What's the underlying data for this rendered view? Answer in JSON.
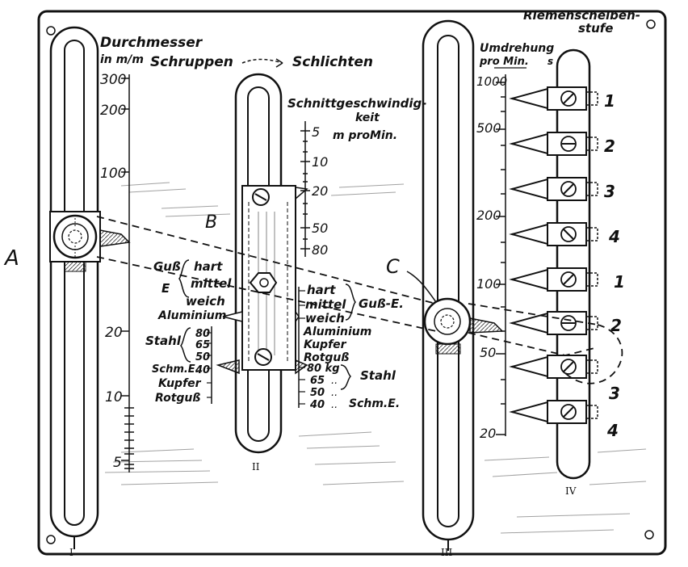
{
  "labels": {
    "A": "A",
    "B": "B",
    "C": "C",
    "roman_I": "I",
    "roman_II": "II",
    "roman_III": "III",
    "roman_IV": "IV"
  },
  "scale_I": {
    "title": "Durchmesser",
    "unit": "in m/m",
    "ticks": [
      "300",
      "200",
      "100",
      "20",
      "10",
      "5"
    ]
  },
  "header": {
    "left": "Schruppen",
    "right": "Schlichten"
  },
  "scale_II": {
    "title": "Schnittgeschwindig-",
    "title2": "keit",
    "unit": "m proMin.",
    "ticks": [
      "5",
      "10",
      "20",
      "50",
      "80"
    ]
  },
  "materials_left": {
    "guss": "Guß",
    "e": "E",
    "hart": "hart",
    "mittel": "mittel",
    "weich": "weich",
    "aluminium": "Aluminium",
    "stahl": "Stahl",
    "stahl_vals": [
      "80",
      "65",
      "50",
      "40"
    ],
    "schm_e": "Schm.E.",
    "kupfer": "Kupfer",
    "rotguss": "Rotguß"
  },
  "materials_right": {
    "hart": "hart",
    "mittel": "mittel",
    "weich": "weich",
    "guss_e": "Guß-E.",
    "aluminium": "Aluminium",
    "kupfer": "Kupfer",
    "rotguss": "Rotguß",
    "stahl_vals": [
      "80 kg",
      "65",
      "50",
      "40"
    ],
    "stahl": "Stahl",
    "schm_e": "Schm.E."
  },
  "scale_III": {
    "title": "Umdrehung",
    "title_s": "s",
    "unit": "pro Min.",
    "ticks": [
      "1000",
      "500",
      "200",
      "100",
      "50",
      "20"
    ]
  },
  "riemen": {
    "title": "Riemenscheiben-",
    "title2": "stufe",
    "steps": [
      "1",
      "2",
      "3",
      "4",
      "1",
      "2",
      "3",
      "4"
    ]
  }
}
